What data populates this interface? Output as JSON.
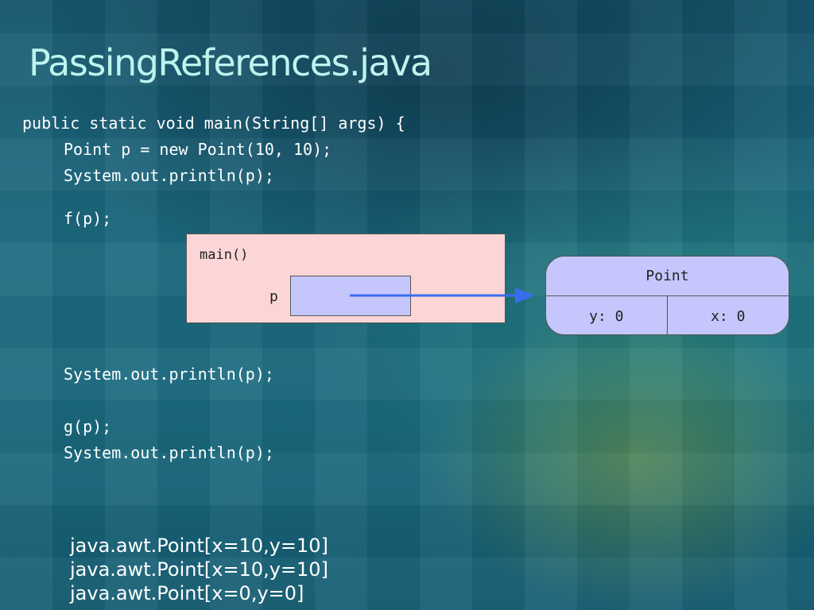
{
  "slide": {
    "title": "PassingReferences.java"
  },
  "code": {
    "line1": "public static void main(String[] args) {",
    "line2": "Point p = new Point(10, 10);",
    "line3": "System.out.println(p);",
    "line4": "f(p);",
    "line5": "System.out.println(p);",
    "line6": "g(p);",
    "line7": "System.out.println(p);"
  },
  "diagram": {
    "frame_label": "main()",
    "variable_label": "p",
    "object": {
      "class_name": "Point",
      "field_y": "y: 0",
      "field_x": "x: 0"
    },
    "colors": {
      "frame": "#fcd6d6",
      "object": "#c5c6fb",
      "arrow": "#3a6cf0"
    }
  },
  "output": {
    "lines": [
      "java.awt.Point[x=10,y=10]",
      "java.awt.Point[x=10,y=10]",
      "java.awt.Point[x=0,y=0]"
    ]
  }
}
